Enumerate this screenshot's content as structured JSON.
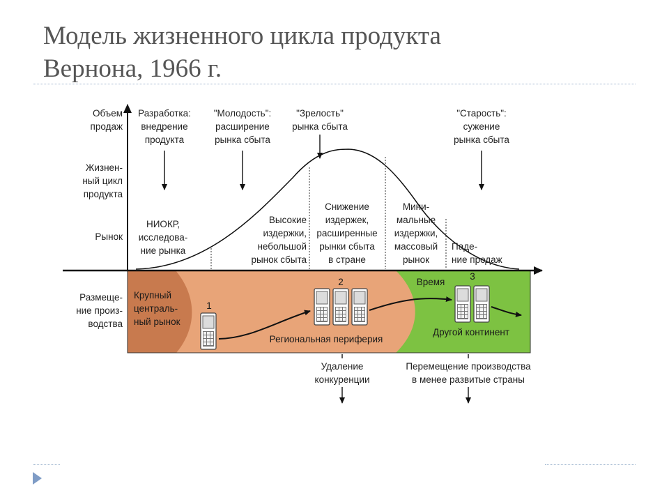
{
  "slide": {
    "title_line1": "Модель жизненного цикла продукта",
    "title_line2": "Вернона, 1966 г."
  },
  "colors": {
    "dark_region": "#c87a4e",
    "mid_region": "#e8a478",
    "green_region": "#7dc242",
    "nav_triangle": "#7f9cc6",
    "rule": "#9fb6cf"
  },
  "rows": {
    "sales_volume": [
      "Объем",
      "продаж"
    ],
    "life_cycle": [
      "Жизнен-",
      "ный цикл",
      "продукта"
    ],
    "market": [
      "Рынок"
    ],
    "production_location": [
      "Размеще-",
      "ние произ-",
      "водства"
    ]
  },
  "stages": {
    "development": [
      "Разработка:",
      "внедрение",
      "продукта"
    ],
    "youth": [
      "\"Молодость\":",
      "расширение",
      "рынка сбыта"
    ],
    "maturity": [
      "\"Зрелость\"",
      "рынка сбыта"
    ],
    "old_age": [
      "\"Старость\":",
      "сужение",
      "рынка сбыта"
    ]
  },
  "market_notes": {
    "rnd": [
      "НИОКР,",
      "исследова-",
      "ние рынка"
    ],
    "high_costs": [
      "Высокие",
      "издержки,",
      "небольшой",
      "рынок сбыта"
    ],
    "cost_reduction": [
      "Снижение",
      "издержек,",
      "расширенные",
      "рынки сбыта",
      "в стране"
    ],
    "min_costs": [
      "Мини-",
      "мальные",
      "издержки,",
      "массовый",
      "рынок"
    ],
    "sales_decline": [
      "Паде-",
      "ние продаж"
    ]
  },
  "regions": {
    "central": [
      "Крупный",
      "централь-",
      "ный рынок"
    ],
    "periphery": "Региональная периферия",
    "time": "Время",
    "continent": "Другой континент"
  },
  "markers": [
    "1",
    "2",
    "3"
  ],
  "bottom_notes": {
    "competition": [
      "Удаление",
      "конкуренции"
    ],
    "relocation": [
      "Перемещение производства",
      "в менее развитые страны"
    ]
  }
}
